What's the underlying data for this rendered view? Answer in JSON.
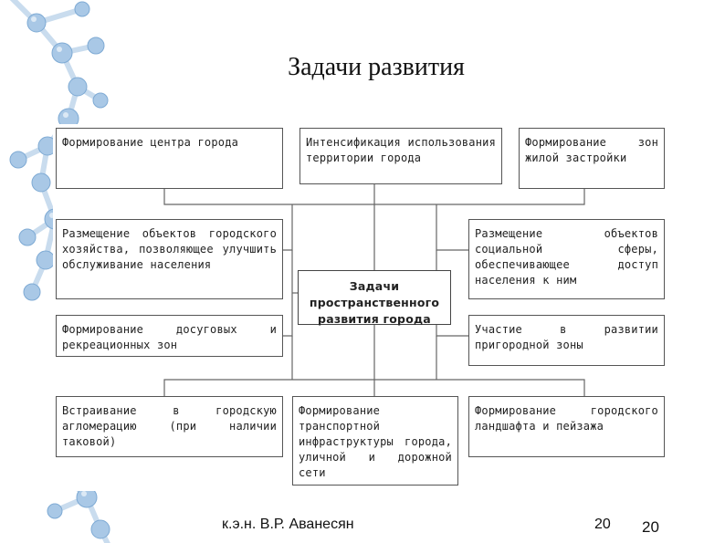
{
  "title": "Задачи развития",
  "center_box": "Задачи пространственного развития города",
  "tasks": [
    "Формирование центра города",
    "Интенсификация использования территории города",
    "Формирование зон жилой застройки",
    "Размещение объектов городского хозяйства, позволяющее улучшить обслуживание населения",
    "Размещение объектов социальной сферы, обеспечивающее доступ населения к ним",
    "Формирование досуговых и рекреационных зон",
    "Участие в развитии пригородной зоны",
    "Встраивание в городскую агломерацию (при наличии таковой)",
    "Формирование транспортной инфраструктуры города, уличной и дорожной сети",
    "Формирование городского ландшафта и пейзажа"
  ],
  "footer": {
    "author": "к.э.н. В.Р. Аванесян",
    "page_left": "20",
    "page_right": "20"
  }
}
